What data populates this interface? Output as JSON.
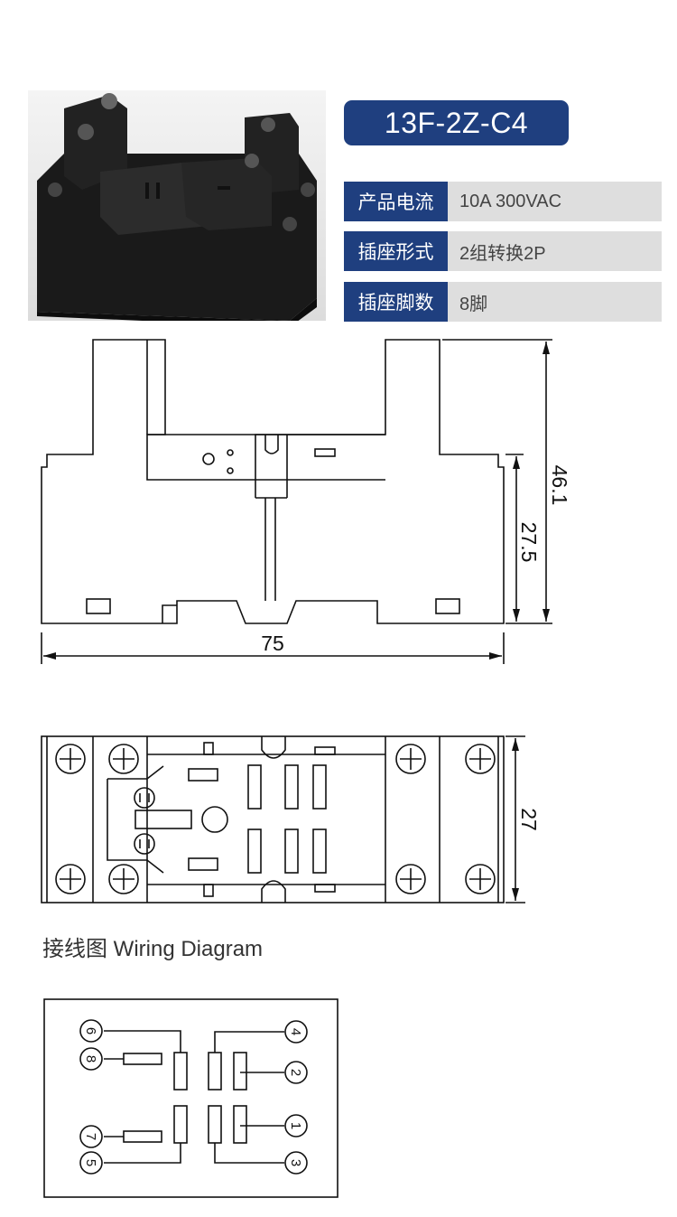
{
  "product": {
    "model": "13F-2Z-C4",
    "specs": [
      {
        "key": "产品电流",
        "value": "10A 300VAC"
      },
      {
        "key": "插座形式",
        "value": "2组转换2P"
      },
      {
        "key": "插座脚数",
        "value": "8脚"
      }
    ]
  },
  "dimensions": {
    "width": "75",
    "total_height": "46.1",
    "base_height": "27.5",
    "depth": "27"
  },
  "wiring": {
    "label": "接线图 Wiring Diagram",
    "pins": [
      "6",
      "8",
      "7",
      "5",
      "4",
      "2",
      "1",
      "3"
    ]
  },
  "colors": {
    "accent": "#1f3f7f",
    "spec_bg": "#dedede"
  }
}
